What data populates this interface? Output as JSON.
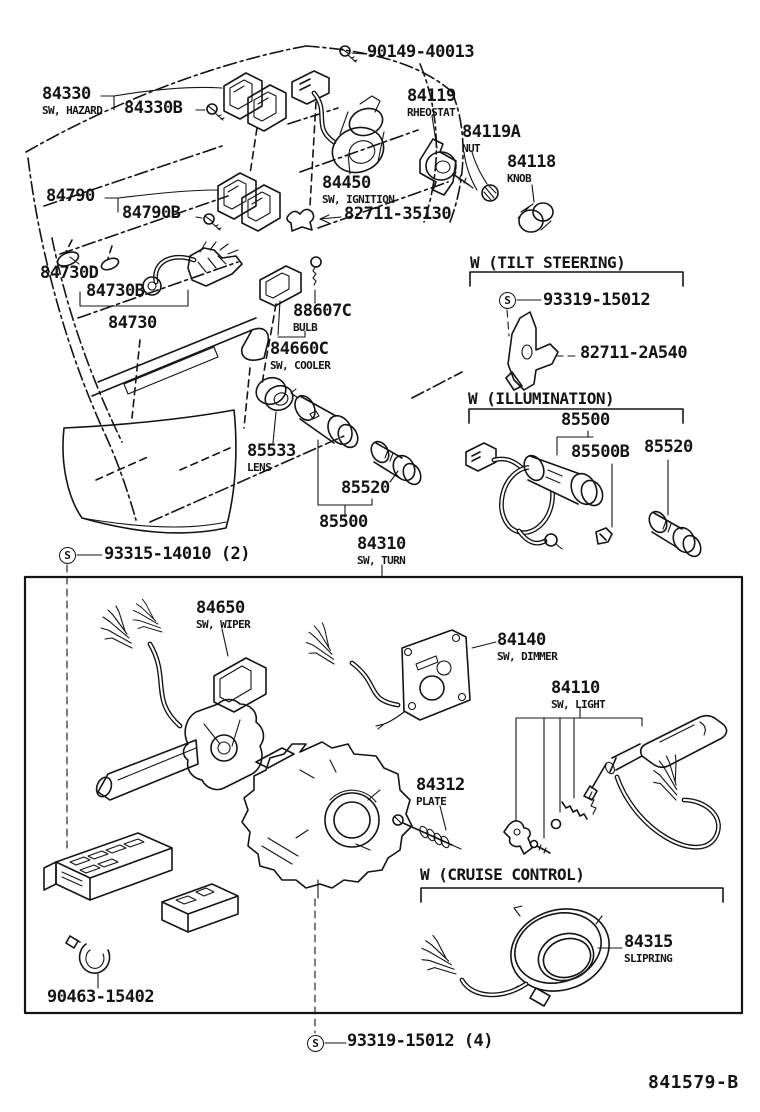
{
  "drawing": {
    "code": "841579-B"
  },
  "colors": {
    "ink": "#141414",
    "paper": "#ffffff"
  },
  "symbols": {
    "screw_marker": "S"
  },
  "sections": {
    "tilt": "W (TILT STEERING)",
    "illumination": "W  (ILLUMINATION)",
    "cruise": "W (CRUISE CONTROL)"
  },
  "parts": {
    "90149-40013": {
      "number": "90149-40013"
    },
    "84330": {
      "number": "84330",
      "name": "SW, HAZARD"
    },
    "84330B": {
      "number": "84330B"
    },
    "84119": {
      "number": "84119",
      "name": "RHEOSTAT"
    },
    "84119A": {
      "number": "84119A",
      "name": "NUT"
    },
    "84118": {
      "number": "84118",
      "name": "KNOB"
    },
    "84790": {
      "number": "84790"
    },
    "84450": {
      "number": "84450",
      "name": "SW, IGNITION"
    },
    "84790B": {
      "number": "84790B"
    },
    "82711-35130": {
      "number": "82711-35130"
    },
    "84730D": {
      "number": "84730D"
    },
    "84730B": {
      "number": "84730B"
    },
    "84730": {
      "number": "84730"
    },
    "88607C": {
      "number": "88607C",
      "name": "BULB"
    },
    "84660C": {
      "number": "84660C",
      "name": "SW, COOLER"
    },
    "93319_tilt": {
      "number": "93319-15012"
    },
    "82711-2A540": {
      "number": "82711-2A540"
    },
    "85500_illum": {
      "number": "85500"
    },
    "85500B": {
      "number": "85500B"
    },
    "85520_illum": {
      "number": "85520"
    },
    "85533": {
      "number": "85533",
      "name": "LENS"
    },
    "85520_col": {
      "number": "85520"
    },
    "85500_col": {
      "number": "85500"
    },
    "93315": {
      "number": "93315-14010 (2)"
    },
    "84310": {
      "number": "84310",
      "name": "SW, TURN"
    },
    "84650": {
      "number": "84650",
      "name": "SW, WIPER"
    },
    "84140": {
      "number": "84140",
      "name": "SW, DIMMER"
    },
    "84110": {
      "number": "84110",
      "name": "SW, LIGHT"
    },
    "84312": {
      "number": "84312",
      "name": "PLATE"
    },
    "84315": {
      "number": "84315",
      "name": "SLIPRING"
    },
    "90463-15402": {
      "number": "90463-15402"
    },
    "93319_lower": {
      "number": "93319-15012 (4)"
    }
  }
}
